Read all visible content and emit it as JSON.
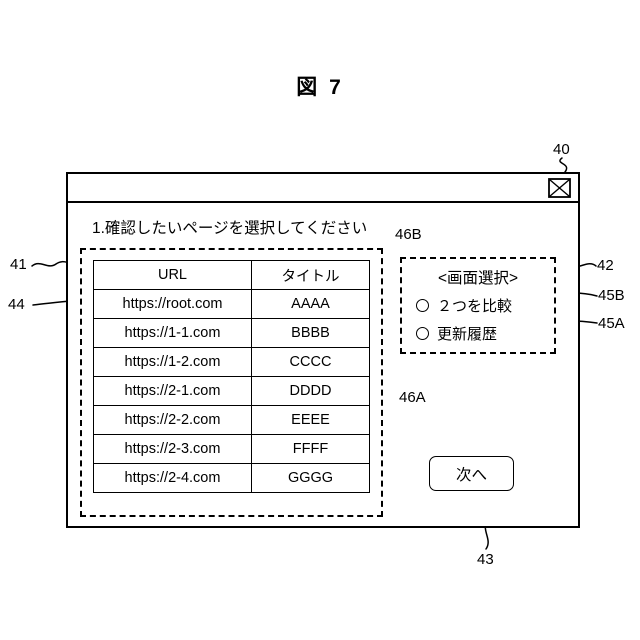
{
  "figure": {
    "title": "図 7"
  },
  "window": {
    "instruction": "1.確認したいページを選択してください",
    "table": {
      "headers": {
        "url": "URL",
        "title": "タイトル"
      },
      "rows": [
        {
          "url": "https://root.com",
          "title": "AAAA"
        },
        {
          "url": "https://1-1.com",
          "title": "BBBB"
        },
        {
          "url": "https://1-2.com",
          "title": "CCCC"
        },
        {
          "url": "https://2-1.com",
          "title": "DDDD"
        },
        {
          "url": "https://2-2.com",
          "title": "EEEE"
        },
        {
          "url": "https://2-3.com",
          "title": "FFFF"
        },
        {
          "url": "https://2-4.com",
          "title": "GGGG"
        }
      ]
    },
    "screen_select": {
      "title": "<画面選択>",
      "options": [
        {
          "label": "２つを比較"
        },
        {
          "label": "更新履歴"
        }
      ]
    },
    "next_button": "次へ"
  },
  "labels": {
    "ref40": "40",
    "ref41": "41",
    "ref42": "42",
    "ref43": "43",
    "ref44": "44",
    "ref45A": "45A",
    "ref45B": "45B",
    "ref46A": "46A",
    "ref46B": "46B"
  },
  "colors": {
    "ink": "#000000",
    "paper": "#ffffff"
  }
}
